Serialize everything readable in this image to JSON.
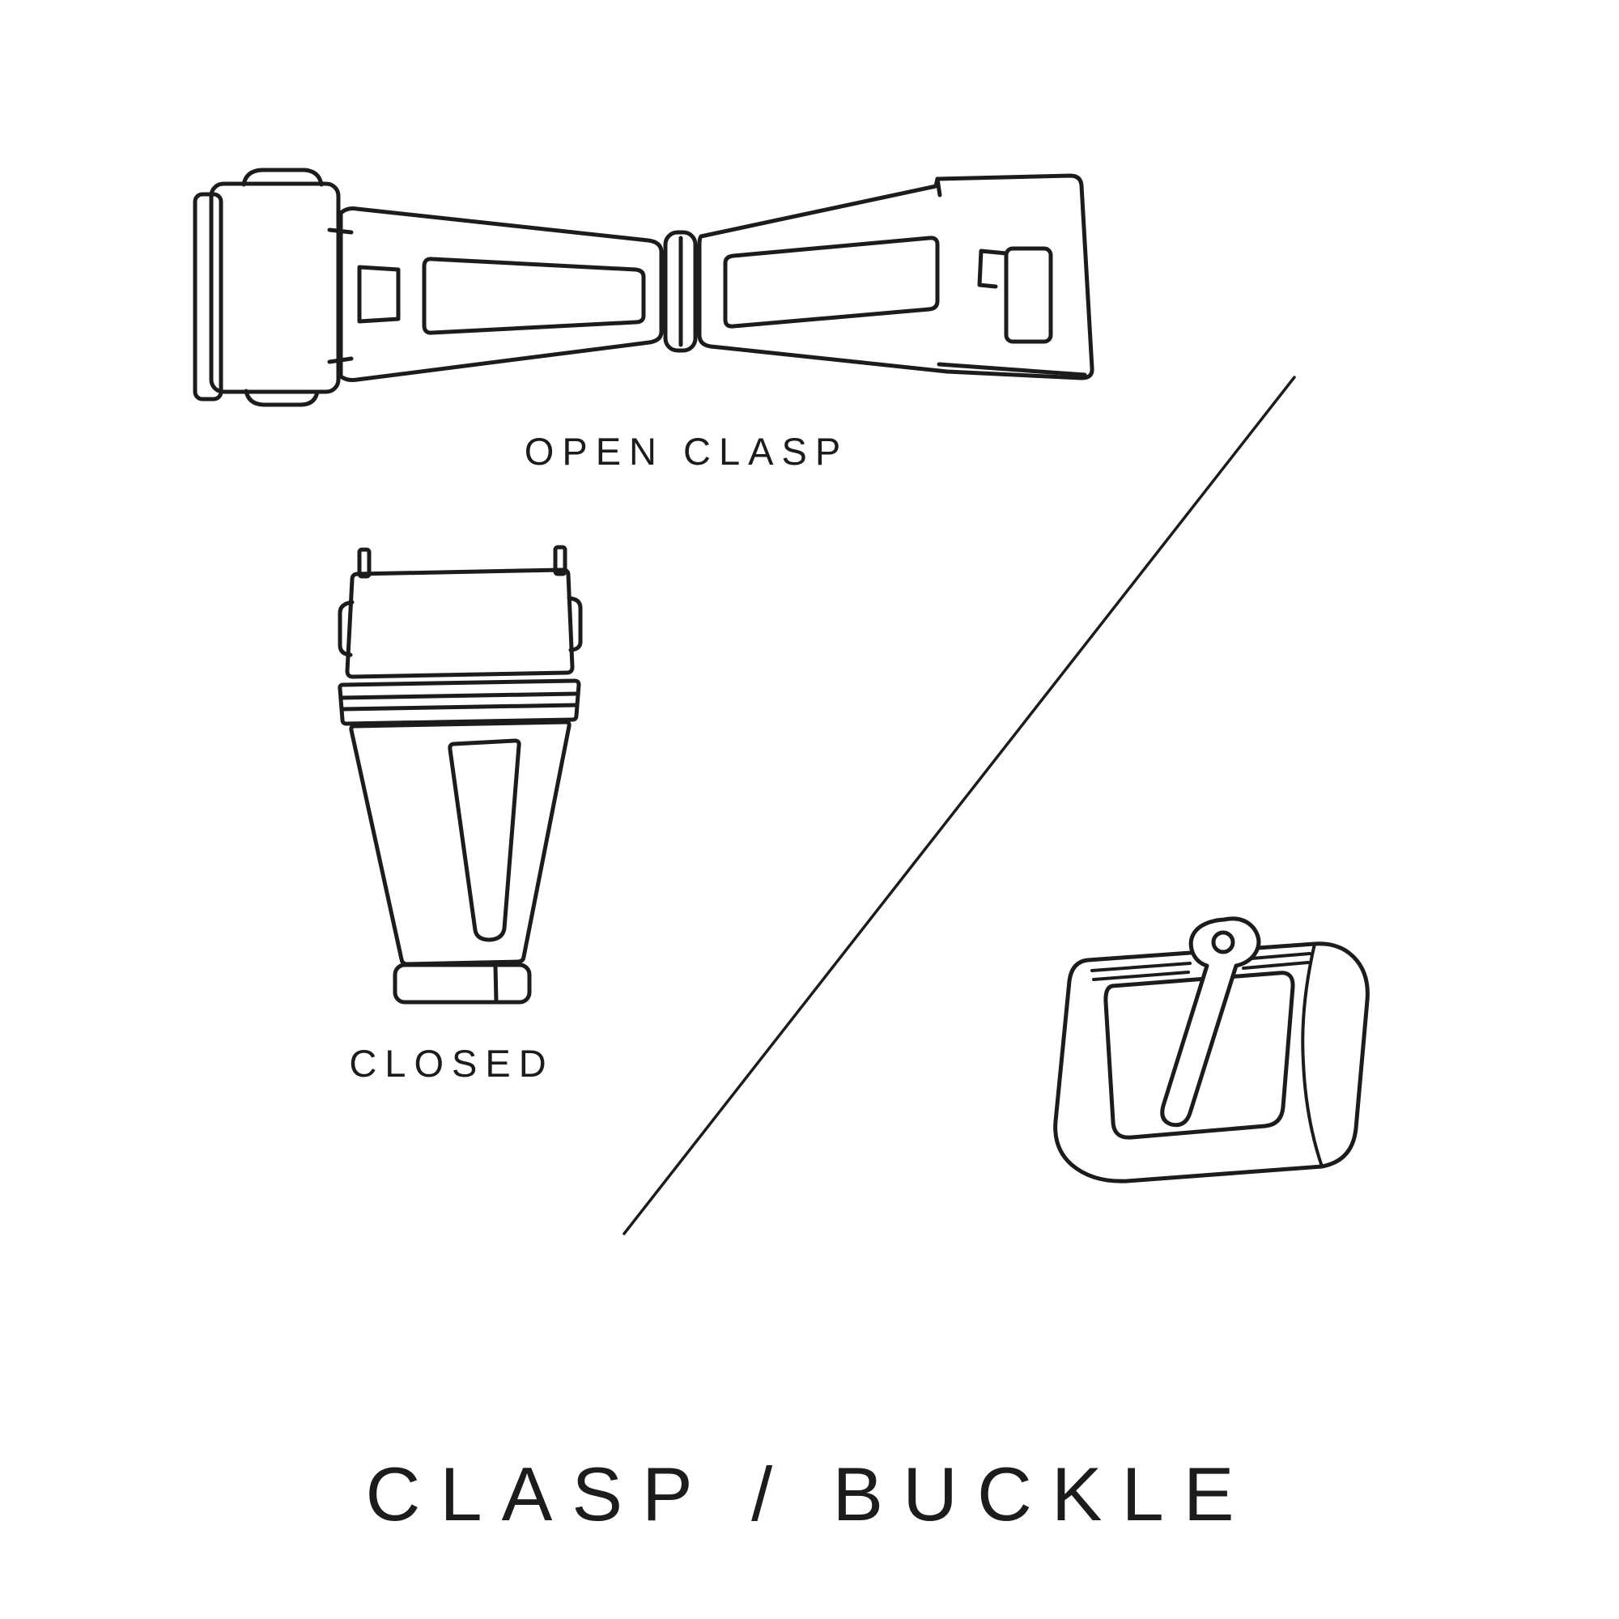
{
  "diagram": {
    "background": "#ffffff",
    "line_color": "#1c1c1c",
    "title": "CLASP / BUCKLE",
    "illustrations": [
      {
        "id": "open-clasp",
        "caption": "OPEN CLASP"
      },
      {
        "id": "closed-clasp",
        "caption": "CLOSED"
      },
      {
        "id": "pin-buckle",
        "caption": ""
      }
    ]
  }
}
